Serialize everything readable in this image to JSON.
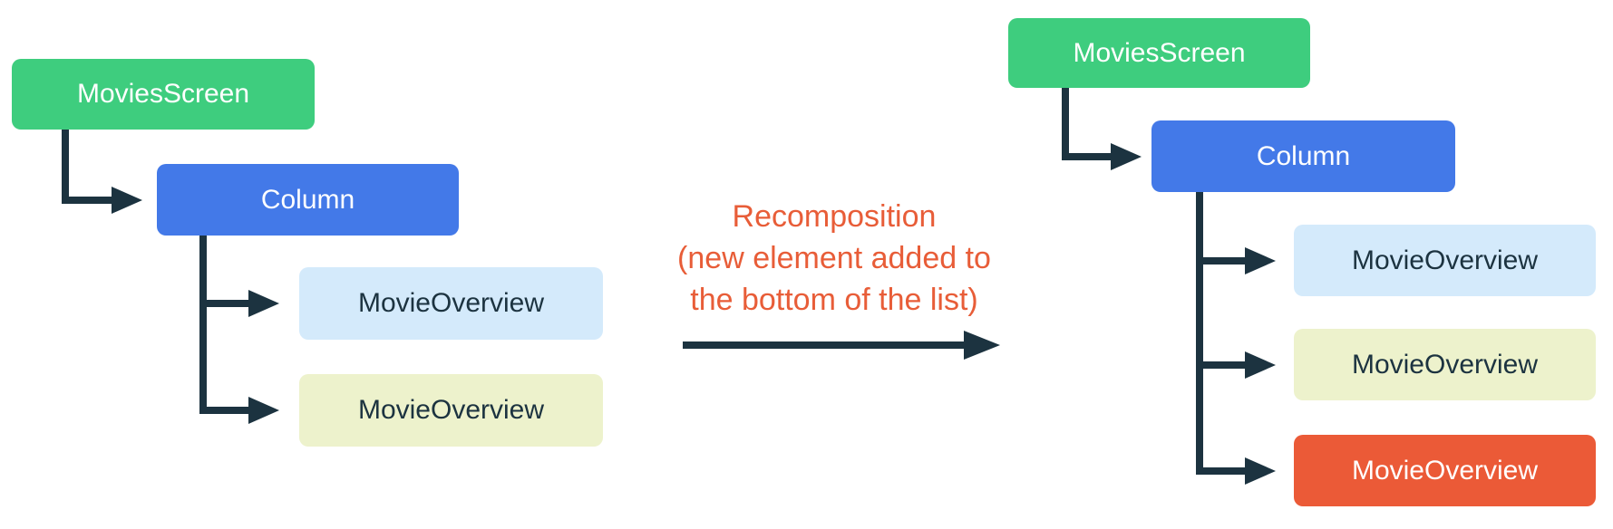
{
  "annotation": {
    "line1": "Recomposition",
    "line2": "(new element added to",
    "line3": "the bottom of the list)"
  },
  "left_tree": {
    "root": "MoviesScreen",
    "container": "Column",
    "children": [
      "MovieOverview",
      "MovieOverview"
    ]
  },
  "right_tree": {
    "root": "MoviesScreen",
    "container": "Column",
    "children": [
      "MovieOverview",
      "MovieOverview",
      "MovieOverview"
    ]
  },
  "colors": {
    "green": "#3ecd7e",
    "blue": "#4379e8",
    "light_blue": "#d4eafb",
    "light_yellow": "#edf2cc",
    "orange": "#eb5a37",
    "connector": "#1c3340",
    "annotation": "#e85d38"
  }
}
